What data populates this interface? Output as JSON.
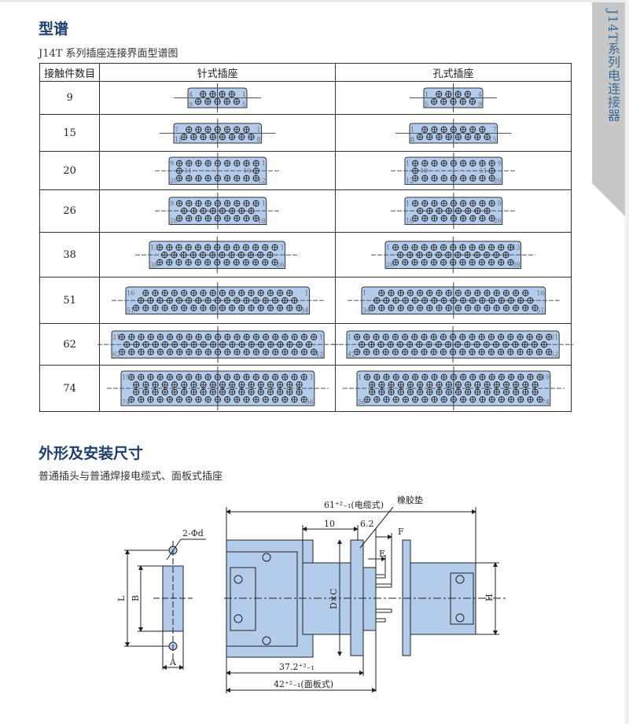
{
  "side_tab": {
    "label": "J14T系列电连接器"
  },
  "section1": {
    "title": "型谱",
    "subtitle": "J14T 系列插座连接界面型谱图",
    "table": {
      "headers": [
        "接触件数目",
        "针式插座",
        "孔式插座"
      ],
      "rows": [
        {
          "count": "9",
          "rows": [
            4,
            5
          ],
          "pin": [
            "4",
            "1",
            "9",
            "5"
          ],
          "socket": [
            "1",
            "4",
            "5",
            "9"
          ],
          "mid": null
        },
        {
          "count": "15",
          "rows": [
            7,
            8
          ],
          "pin": [
            "7",
            "1",
            "15",
            "8"
          ],
          "socket": [
            "1",
            "7",
            "8",
            "15"
          ],
          "mid": null
        },
        {
          "count": "20",
          "rows": [
            9,
            2,
            9
          ],
          "pin": [
            "9",
            "1",
            "20",
            "12"
          ],
          "socket": [
            "1",
            "9",
            "12",
            "20"
          ],
          "mid": {
            "pin": [
              "11",
              "10"
            ],
            "socket": [
              "10",
              "11"
            ]
          }
        },
        {
          "count": "26",
          "rows": [
            9,
            8,
            9
          ],
          "pin": [
            "9",
            "1",
            "26",
            "18"
          ],
          "socket": [
            "1",
            "9",
            "18",
            "26"
          ],
          "mid": null
        },
        {
          "count": "38",
          "rows": [
            13,
            12,
            13
          ],
          "pin": [
            "13",
            "1",
            "38",
            "26"
          ],
          "socket": [
            "1",
            "13",
            "26",
            "38"
          ],
          "mid": null
        },
        {
          "count": "51",
          "rows": [
            16,
            17,
            18
          ],
          "pin": [
            "16",
            "1",
            "51",
            "34"
          ],
          "socket": [
            "1",
            "16",
            "34",
            "51"
          ],
          "mid": null
        },
        {
          "count": "62",
          "rows": [
            21,
            20,
            21
          ],
          "pin": [
            "21",
            "1",
            "62",
            "42"
          ],
          "socket": [
            "1",
            "21",
            "42",
            "62"
          ],
          "mid": null
        },
        {
          "count": "74",
          "rows": [
            19,
            18,
            18,
            19
          ],
          "pin": [
            "19",
            "1",
            "74",
            "56"
          ],
          "socket": [
            "1",
            "19",
            "56",
            "74"
          ],
          "mid": null
        }
      ]
    }
  },
  "section2": {
    "title": "外形及安装尺寸",
    "subtitle": "普通插头与普通焊接电缆式、面板式插座",
    "labels": {
      "hole": "2-Φd",
      "L": "L",
      "B": "B",
      "A": "A",
      "len_cable": "61⁺²₋₁(电缆式)",
      "rubber": "橡胶垫",
      "d10": "10",
      "d62": "6.2",
      "F": "F",
      "E": "E",
      "DxC": "D×C",
      "H": "H",
      "len372": "37.2⁺²₋₁",
      "len_panel": "42⁺²₋₁(面板式)"
    }
  },
  "colors": {
    "fill": "#b4cceb",
    "title": "#1d3f6e",
    "tab": "#c6c7c9",
    "tab_text": "#3b6a96"
  }
}
